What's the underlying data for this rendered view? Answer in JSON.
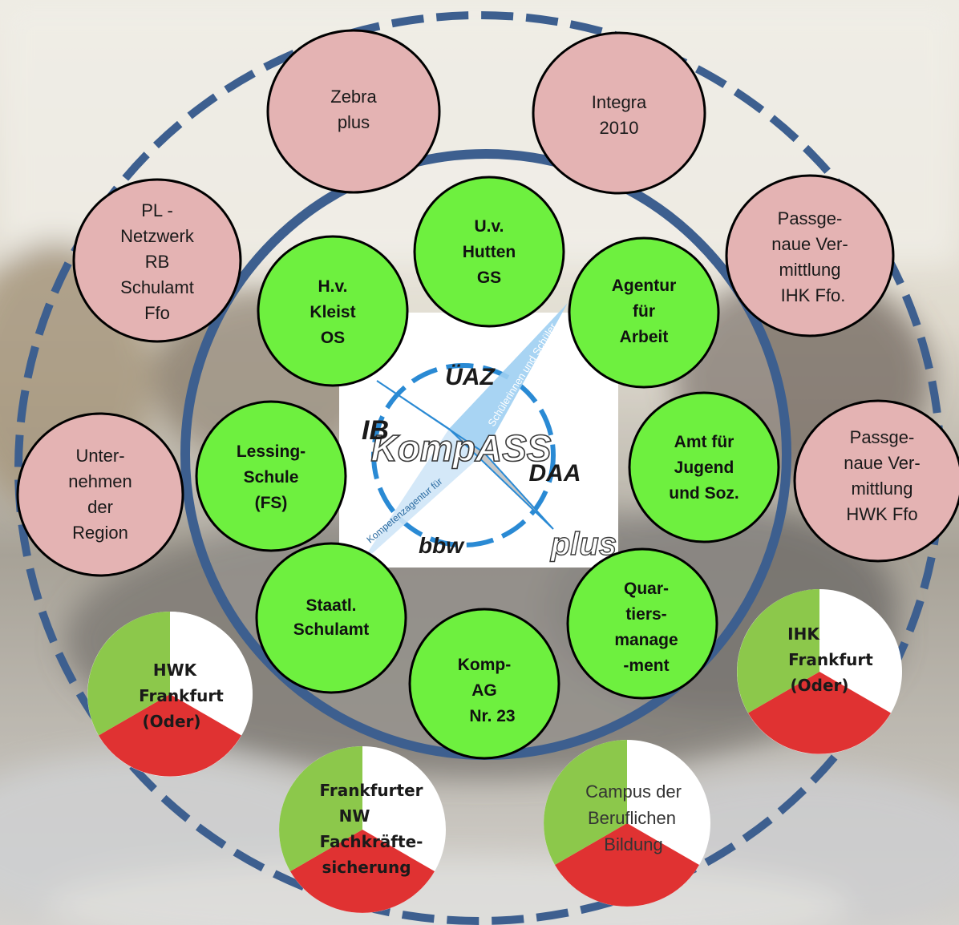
{
  "partners_outer": [
    {
      "id": "zebra",
      "lines": [
        "Zebra",
        "plus"
      ]
    },
    {
      "id": "integra",
      "lines": [
        "Integra",
        "2010"
      ]
    },
    {
      "id": "pl-netzwerk",
      "lines": [
        "PL -",
        "Netzwerk",
        "RB",
        "Schulamt",
        "Ffo"
      ]
    },
    {
      "id": "passgenaue-ihk",
      "lines": [
        "Passge-",
        "naue Ver-",
        "mittlung",
        "IHK Ffo."
      ]
    },
    {
      "id": "unternehmen",
      "lines": [
        "Unter-",
        "nehmen",
        "der",
        "Region"
      ]
    },
    {
      "id": "passgenaue-hwk",
      "lines": [
        "Passge-",
        "naue Ver-",
        "mittlung",
        "HWK Ffo"
      ]
    }
  ],
  "partners_inner": [
    {
      "id": "hutten",
      "lines": [
        "U.v.",
        "Hutten",
        "GS"
      ]
    },
    {
      "id": "kleist",
      "lines": [
        "H.v.",
        "Kleist",
        "OS"
      ]
    },
    {
      "id": "agentur",
      "lines": [
        "Agentur",
        "für",
        "Arbeit"
      ]
    },
    {
      "id": "lessing",
      "lines": [
        "Lessing-",
        "Schule",
        "(FS)"
      ]
    },
    {
      "id": "amt",
      "lines": [
        "Amt für",
        "Jugend",
        "und Soz."
      ]
    },
    {
      "id": "schulamt",
      "lines": [
        "Staatl.",
        "Schulamt"
      ]
    },
    {
      "id": "quartier",
      "lines": [
        "Quar-",
        "tiers-",
        "manage",
        "-ment"
      ]
    },
    {
      "id": "komp-ag",
      "lines": [
        "Komp-",
        "AG",
        "Nr. 23"
      ]
    }
  ],
  "partners_pie": [
    {
      "id": "hwk",
      "lines": [
        "HWK",
        "Frankfurt",
        "(Oder)"
      ]
    },
    {
      "id": "ihk",
      "lines": [
        "IHK",
        "Frankfurt",
        "(Oder)"
      ]
    },
    {
      "id": "frankfurter-nw",
      "lines": [
        "Frankfurter",
        "NW",
        "Fachkräfte-",
        "sicherung"
      ]
    },
    {
      "id": "campus",
      "lines": [
        "Campus der",
        "Beruflichen",
        "Bildung"
      ]
    }
  ],
  "logo": {
    "main": "KompASS",
    "plus": "plus",
    "ib": "IB",
    "uaz": "ÜAZ",
    "daa": "DAA",
    "bbw": "bbw",
    "tagline_top": "Schülerinnen und Schüler",
    "tagline_bottom": "Kompetenzagentur für"
  },
  "colors": {
    "pink": "#e4b3b3",
    "green": "#6ef03f",
    "ring": "#3d5f8f",
    "pie_green": "#8cc84b",
    "pie_red": "#e03232"
  }
}
